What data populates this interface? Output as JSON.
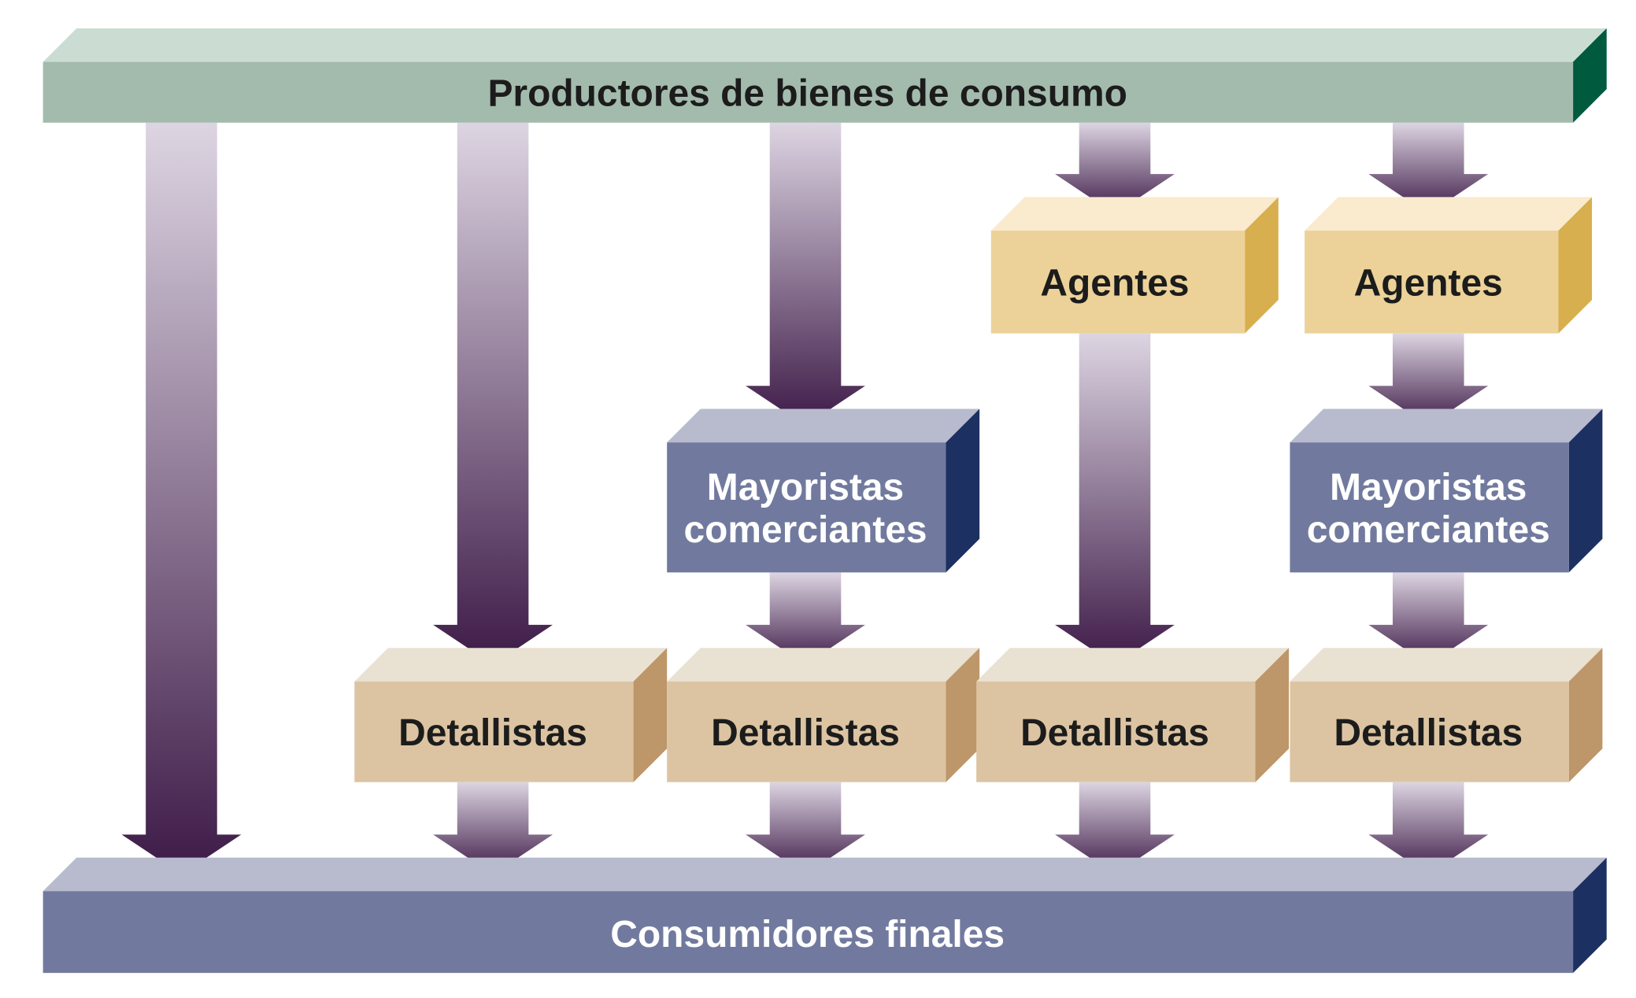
{
  "top_bar": {
    "label": "Productores de bienes de consumo"
  },
  "bottom_bar": {
    "label": "Consumidores finales"
  },
  "channels": [
    {
      "boxes": []
    },
    {
      "boxes": [
        {
          "label": "Detallistas"
        }
      ]
    },
    {
      "boxes": [
        {
          "label": "Mayoristas\ncomerciantes"
        },
        {
          "label": "Detallistas"
        }
      ]
    },
    {
      "boxes": [
        {
          "label": "Agentes"
        },
        {
          "label": "Detallistas"
        }
      ]
    },
    {
      "boxes": [
        {
          "label": "Agentes"
        },
        {
          "label": "Mayoristas\ncomerciantes"
        },
        {
          "label": "Detallistas"
        }
      ]
    }
  ],
  "colors": {
    "producer_front": "#a3bbad",
    "producer_top": "#cbddd2",
    "producer_side": "#005a3e",
    "consumer_front": "#717a9e",
    "consumer_top": "#b8bbcd",
    "consumer_side": "#1c3062",
    "agent_front": "#ecd298",
    "agent_top": "#faeace",
    "agent_side": "#d8af4e",
    "wholesaler_front": "#717a9e",
    "wholesaler_top": "#b8bbcd",
    "wholesaler_side": "#1c3062",
    "retailer_front": "#dcc4a2",
    "retailer_top": "#e9e1d2",
    "retailer_side": "#bd9669",
    "arrow_light": "#ddd5e2",
    "arrow_dark": "#3d1a47",
    "text_dark": "#1c1c1c",
    "text_light": "#ffffff"
  }
}
